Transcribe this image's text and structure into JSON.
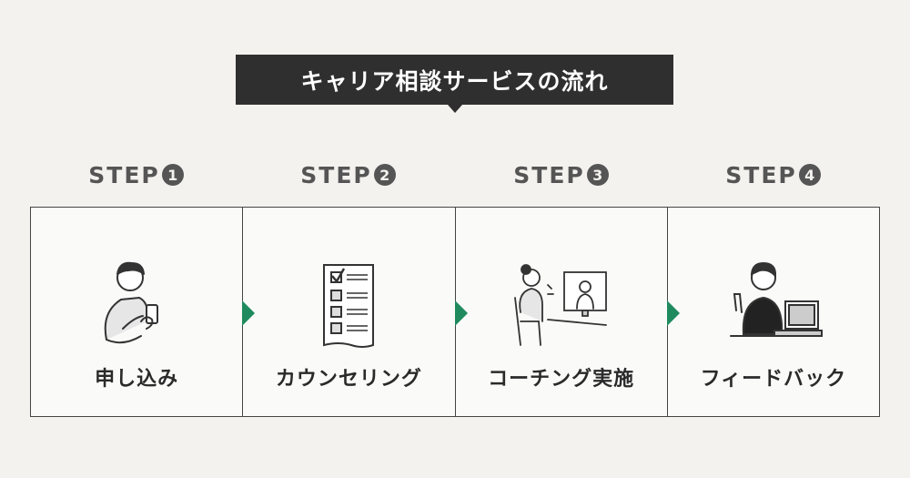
{
  "title": "キャリア相談サービスの流れ",
  "accent_color": "#1f8a5e",
  "steps": [
    {
      "prefix": "STEP",
      "num": "1",
      "label": "申し込み",
      "icon": "person-with-phone-icon"
    },
    {
      "prefix": "STEP",
      "num": "2",
      "label": "カウンセリング",
      "icon": "checklist-icon"
    },
    {
      "prefix": "STEP",
      "num": "3",
      "label": "コーチング実施",
      "icon": "video-call-icon"
    },
    {
      "prefix": "STEP",
      "num": "4",
      "label": "フィードバック",
      "icon": "person-with-laptop-icon"
    }
  ]
}
